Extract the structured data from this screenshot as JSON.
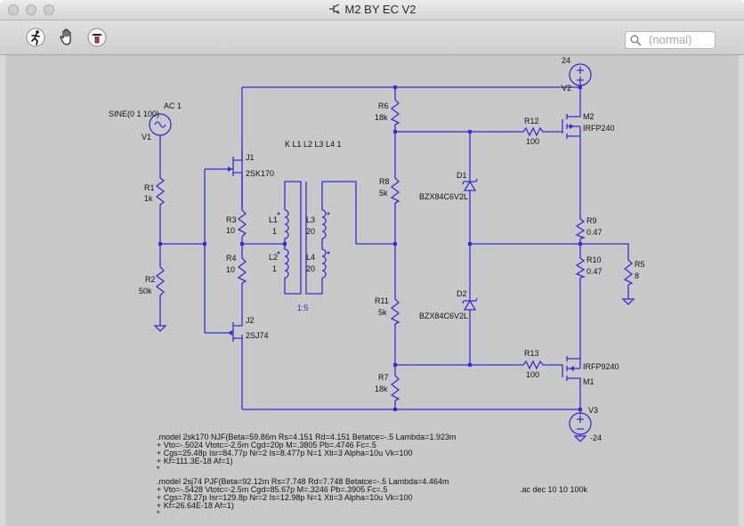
{
  "window": {
    "title": "M2 BY EC V2"
  },
  "toolbar": {
    "tools": [
      {
        "name": "run-icon"
      },
      {
        "name": "hand-icon"
      },
      {
        "name": "stop-halt-icon"
      }
    ],
    "search": {
      "placeholder": "(normal)"
    }
  },
  "schematic": {
    "sources": {
      "input": {
        "name": "V1",
        "ac": "AC 1",
        "wave": "SINE(0 1 100)"
      },
      "vplus": {
        "name": "V2",
        "value": "24"
      },
      "vminus": {
        "name": "V3",
        "value": "-24"
      }
    },
    "jfets": {
      "j1": {
        "name": "J1",
        "model": "2SK170"
      },
      "j2": {
        "name": "J2",
        "model": "2SJ74"
      }
    },
    "mosfets": {
      "m2": {
        "name": "M2",
        "model": "IRFP240"
      },
      "m1": {
        "name": "M1",
        "model": "IRFP9240"
      }
    },
    "diodes": {
      "d1": {
        "name": "D1",
        "model": "BZX84C6V2L"
      },
      "d2": {
        "name": "D2",
        "model": "BZX84C6V2L"
      }
    },
    "resistors": {
      "r1": {
        "name": "R1",
        "value": "1k"
      },
      "r2": {
        "name": "R2",
        "value": "50k"
      },
      "r3": {
        "name": "R3",
        "value": "10"
      },
      "r4": {
        "name": "R4",
        "value": "10"
      },
      "r5": {
        "name": "R5",
        "value": "8"
      },
      "r6": {
        "name": "R6",
        "value": "18k"
      },
      "r7": {
        "name": "R7",
        "value": "18k"
      },
      "r8": {
        "name": "R8",
        "value": "5k"
      },
      "r9": {
        "name": "R9",
        "value": "0.47"
      },
      "r10": {
        "name": "R10",
        "value": "0.47"
      },
      "r11": {
        "name": "R11",
        "value": "5k"
      },
      "r12": {
        "name": "R12",
        "value": "100"
      },
      "r13": {
        "name": "R13",
        "value": "100"
      }
    },
    "inductors": {
      "l1": {
        "name": "L1",
        "value": "1"
      },
      "l2": {
        "name": "L2",
        "value": "1"
      },
      "l3": {
        "name": "L3",
        "value": "20"
      },
      "l4": {
        "name": "L4",
        "value": "20"
      }
    },
    "coupling": "K L1 L2 L3 L4 1",
    "ratio": "1:5",
    "spice_directives": {
      "model_2sk170": [
        ".model 2sk170 NJF(Beta=59.86m Rs=4.151 Rd=4.151 Betatce=-.5 Lambda=1.923m",
        "+ Vto=-.5024 Vtotc=-2.5m Cgd=20p M=.3805 Pb=.4746 Fc=.5",
        "+ Cgs=25.48p Isr=84.77p Nr=2 Is=8.477p N=1 Xti=3 Alpha=10u Vk=100",
        "+ Kf=111.3E-18 Af=1)",
        "*"
      ],
      "model_2sj74": [
        ".model 2sj74 PJF(Beta=92.12m Rs=7.748 Rd=7.748 Betatce=-.5 Lambda=4.464m",
        "+ Vto=-.5428 Vtotc=-2.5m Cgd=85.67p M=.3246 Pb=.3905 Fc=.5",
        "+ Cgs=78.27p Isr=129.8p Nr=2 Is=12.98p N=1 Xti=3 Alpha=10u Vk=100",
        "+ Kf=26.64E-18 Af=1)",
        "*"
      ],
      "analysis": ".ac dec 10 10 100k"
    }
  }
}
